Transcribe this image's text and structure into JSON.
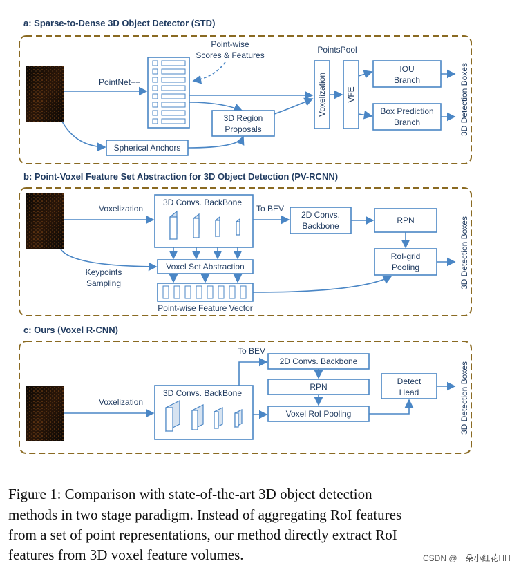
{
  "panel_a": {
    "title": "a:  Sparse-to-Dense 3D Object Detector (STD)",
    "pointnet": "PointNet++",
    "scores_line1": "Point-wise",
    "scores_line2": "Scores & Features",
    "pointspool": "PointsPool",
    "voxelization": "Voxelization",
    "vfe": "VFE",
    "iou_line1": "IOU",
    "iou_line2": "Branch",
    "boxpred_line1": "Box Prediction",
    "boxpred_line2": "Branch",
    "region_line1": "3D Region",
    "region_line2": "Proposals",
    "anchors": "Spherical Anchors",
    "output": "3D Detection Boxes"
  },
  "panel_b": {
    "title": "b:  Point-Voxel Feature Set Abstraction for 3D Object Detection (PV-RCNN)",
    "voxelization": "Voxelization",
    "backbone3d": "3D Convs. BackBone",
    "to_bev": "To BEV",
    "conv2d_line1": "2D Convs.",
    "conv2d_line2": "Backbone",
    "rpn": "RPN",
    "vsa": "Voxel Set Abstraction",
    "keypoints_line1": "Keypoints",
    "keypoints_line2": "Sampling",
    "roigrid_line1": "RoI-grid",
    "roigrid_line2": "Pooling",
    "pwfv": "Point-wise Feature Vector",
    "output": "3D Detection Boxes"
  },
  "panel_c": {
    "title": "c:  Ours (Voxel R-CNN)",
    "to_bev": "To BEV",
    "conv2d": "2D Convs. Backbone",
    "rpn": "RPN",
    "roipool": "Voxel RoI Pooling",
    "detect_line1": "Detect",
    "detect_line2": "Head",
    "voxelization": "Voxelization",
    "backbone3d": "3D Convs. BackBone",
    "output": "3D Detection Boxes"
  },
  "caption": {
    "line1": "Figure 1: Comparison with state-of-the-art 3D object detection",
    "line2": "methods in two stage paradigm. Instead of aggregating RoI features",
    "line3": "from a set of point representations, our method directly extract RoI",
    "line4": "features from 3D voxel feature volumes."
  },
  "watermark": "CSDN @一朵小红花HH",
  "colors": {
    "box_stroke": "#4a86c5",
    "panel_border": "#8a6a22",
    "text": "#1f3a5f",
    "pointcloud": "#b8651f"
  }
}
